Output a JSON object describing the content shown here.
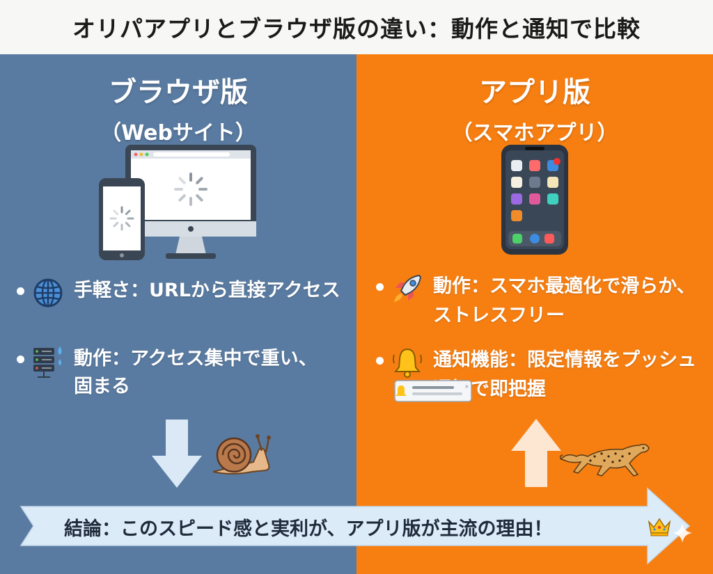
{
  "title": "オリパアプリとブラウザ版の違い：動作と通知で比較",
  "left": {
    "heading": "ブラウザ版",
    "subheading": "（Webサイト）",
    "bullet1": "手軽さ：URLから直接アクセス",
    "bullet2_line1": "動作：アクセス集中で重い、",
    "bullet2_line2": "固まる",
    "bg_color": "#5a7ba1"
  },
  "right": {
    "heading": "アプリ版",
    "subheading": "（スマホアプリ）",
    "bullet1_line1": "動作：スマホ最適化で滑らか、",
    "bullet1_line2": "ストレスフリー",
    "bullet2_line1": "通知機能：限定情報をプッシュ",
    "bullet2_line2": "通知で即把握",
    "bg_color": "#f77f12"
  },
  "conclusion": "結論：このスピード感と実利が、アプリ版が主流の理由！",
  "icons": [
    "globe-icon",
    "server-icon",
    "rocket-icon",
    "bell-icon",
    "down-arrow-icon",
    "snail-icon",
    "up-arrow-icon",
    "cheetah-icon",
    "crown-icon",
    "sparkle-icon"
  ]
}
